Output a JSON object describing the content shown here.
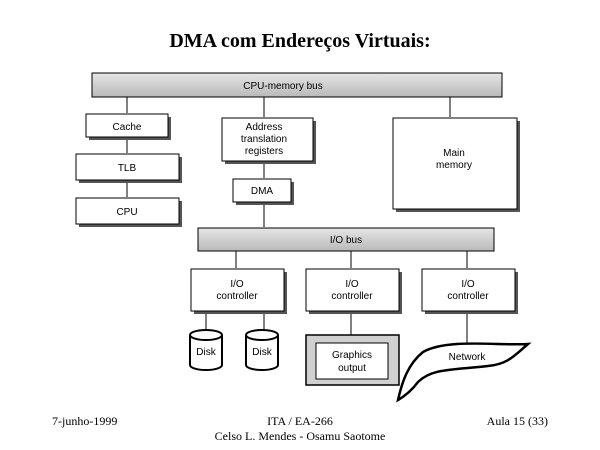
{
  "slide": {
    "title": "DMA com Endereços Virtuais:",
    "footer": {
      "left": "7-junho-1999",
      "center_line1": "ITA / EA-266",
      "center_line2": "Celso L. Mendes - Osamu Saotome",
      "right": "Aula 15 (33)"
    }
  },
  "diagram": {
    "cpu_memory_bus": "CPU-memory bus",
    "cache": "Cache",
    "tlb": "TLB",
    "cpu": "CPU",
    "address_translation": [
      "Address",
      "translation",
      "registers"
    ],
    "dma": "DMA",
    "main_memory": [
      "Main",
      "memory"
    ],
    "io_bus": "I/O bus",
    "io_controller_1": [
      "I/O",
      "controller"
    ],
    "io_controller_2": [
      "I/O",
      "controller"
    ],
    "io_controller_3": [
      "I/O",
      "controller"
    ],
    "disk_1": "Disk",
    "disk_2": "Disk",
    "graphics_output": [
      "Graphics",
      "output"
    ],
    "network": "Network"
  }
}
